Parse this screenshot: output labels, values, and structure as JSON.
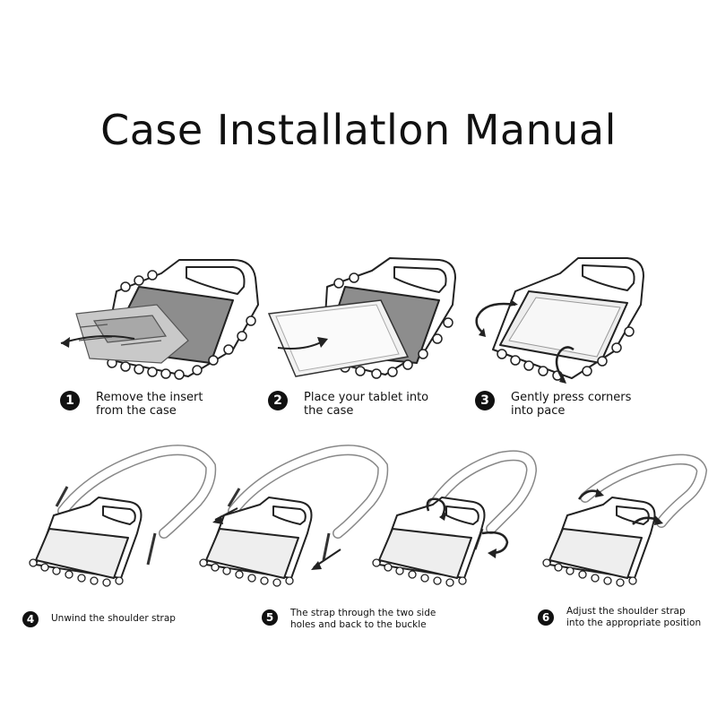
{
  "title": "Case Installatlon Manual",
  "steps": [
    {
      "number": "1",
      "lines": [
        "Remove the insert",
        "from the case"
      ]
    },
    {
      "number": "2",
      "lines": [
        "Place your tablet into",
        "the case"
      ]
    },
    {
      "number": "3",
      "lines": [
        "Gently press corners",
        "into pace"
      ]
    },
    {
      "number": "4",
      "lines": [
        "Unwind the shoulder strap"
      ]
    },
    {
      "number": "5",
      "lines": [
        "The strap through the two side",
        "holes and back to the buckle"
      ]
    },
    {
      "number": "6",
      "lines": [
        "Adjust the shoulder strap",
        "into the appropriate position"
      ]
    }
  ]
}
